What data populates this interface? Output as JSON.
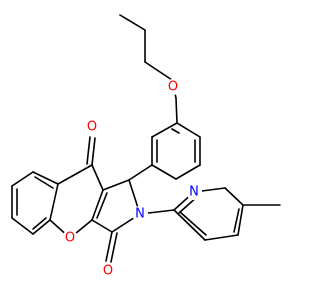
{
  "molecule": {
    "atom_labels": {
      "ether_oxygen": "O",
      "ketone_oxygen": "O",
      "lactam_oxygen": "O",
      "ring_oxygen": "O",
      "amide_nitrogen": "N",
      "pyridine_nitrogen": "N"
    },
    "colors": {
      "bond": "#000000",
      "oxygen": "#ff0000",
      "nitrogen": "#0000ff",
      "background": "#ffffff"
    }
  }
}
